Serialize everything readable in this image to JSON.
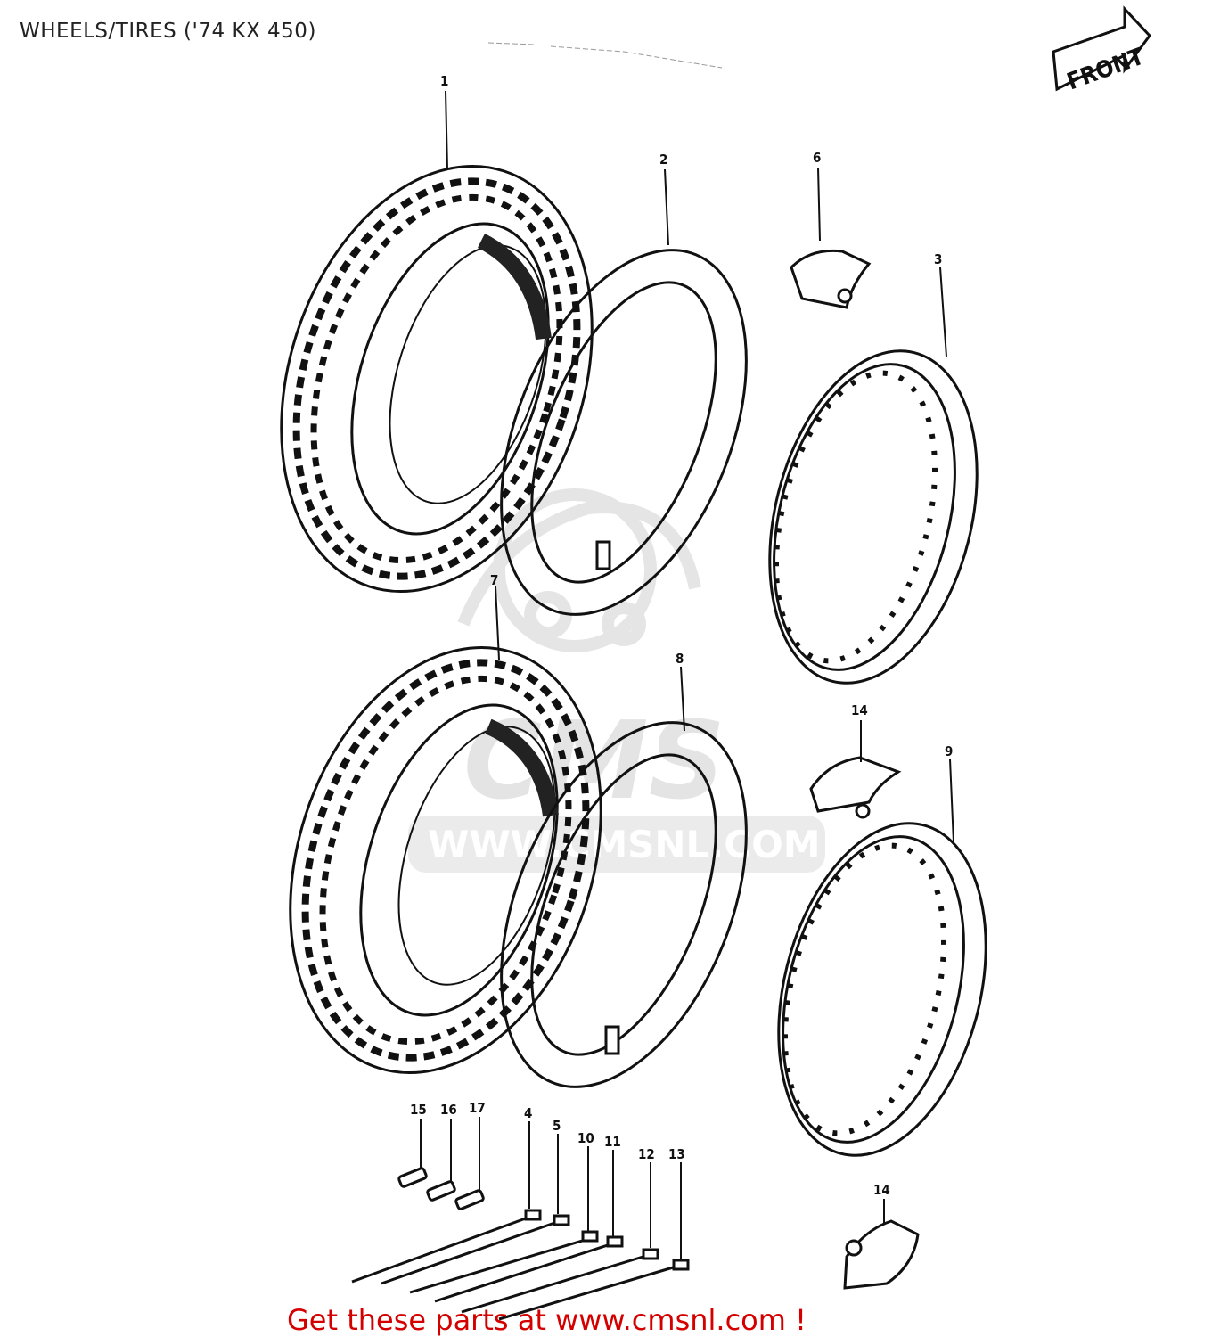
{
  "title": "WHEELS/TIRES ('74 KX 450)",
  "front_badge": "FRONT",
  "watermark": {
    "logo_text": "CMS",
    "url_text": "WWW.CMSNL.COM"
  },
  "callouts": [
    "1",
    "2",
    "3",
    "4",
    "5",
    "6",
    "7",
    "8",
    "9",
    "10",
    "11",
    "12",
    "13",
    "14",
    "14",
    "15",
    "16",
    "17"
  ],
  "footer": {
    "cta": "Get these parts at www.cmsnl.com !"
  },
  "colors": {
    "line": "#111111",
    "cta": "#d40000",
    "watermark": "#d8d8d8"
  }
}
